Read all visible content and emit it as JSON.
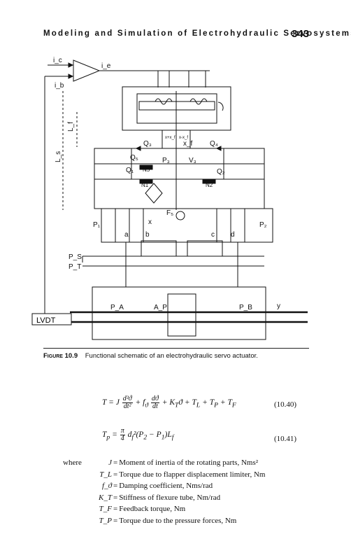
{
  "header": {
    "running_head": "Modeling and Simulation of Electrohydraulic Servosystems",
    "page_number": "343"
  },
  "figure": {
    "labels": {
      "ic": "i_c",
      "ie": "i_e",
      "ib": "i_b",
      "Lf": "L_f",
      "Ls": "L_s",
      "Q3": "Q₃",
      "Q4": "Q₄",
      "Q5": "Q₅",
      "Q1": "Q₁",
      "Q2": "Q₂",
      "P3": "P₃",
      "V3": "V₃",
      "N5": "N5",
      "N1": "N1",
      "N2": "N2",
      "xf": "x_f",
      "xplus": "x+x_f",
      "xminus": "x-x_f",
      "x": "x",
      "F5": "F₅",
      "P1": "P₁",
      "P2": "P₂",
      "a": "a",
      "b": "b",
      "c": "c",
      "d": "d",
      "PS": "P_S",
      "PT": "P_T",
      "PA": "P_A",
      "AP": "A_P",
      "PB": "P_B",
      "y": "y",
      "LVDT": "LVDT"
    }
  },
  "caption": {
    "label": "Figure 10.9",
    "text": "Functional schematic of an electrohydraulic servo actuator."
  },
  "equations": [
    {
      "number": "(10.40)"
    },
    {
      "number": "(10.41)"
    }
  ],
  "definitions": {
    "where": "where",
    "items": [
      {
        "sym": "J",
        "text": "Moment of inertia of the rotating parts, Nms²"
      },
      {
        "sym": "T_L",
        "text": "Torque due to flapper displacement limiter, Nm"
      },
      {
        "sym": "f_ϑ",
        "text": "Damping coefficient, Nms/rad"
      },
      {
        "sym": "K_T",
        "text": "Stiffness of flexure tube, Nm/rad"
      },
      {
        "sym": "T_F",
        "text": "Feedback torque, Nm"
      },
      {
        "sym": "T_P",
        "text": "Torque due to the pressure forces, Nm"
      }
    ]
  }
}
